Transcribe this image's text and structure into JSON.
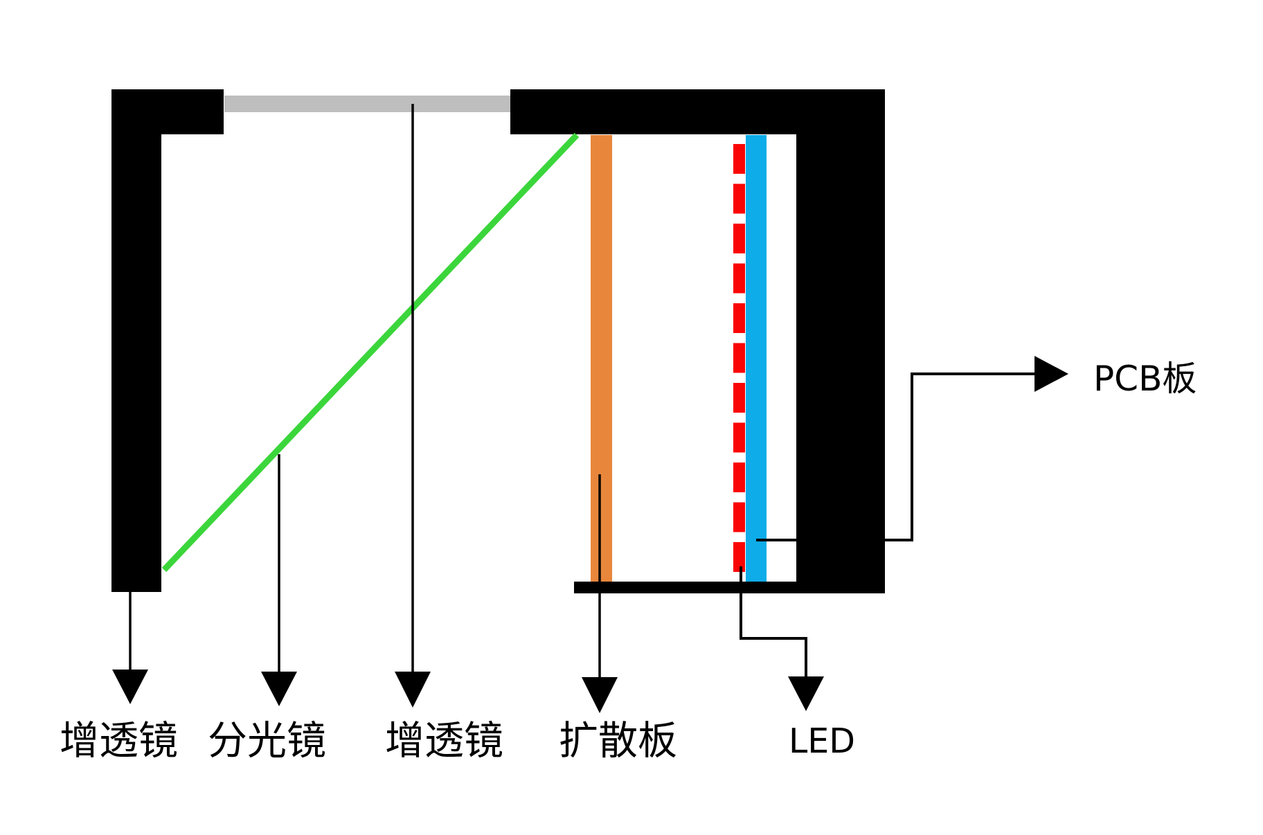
{
  "diagram": {
    "type": "optical-schematic",
    "labels": {
      "ar_lens_left": "增透镜",
      "beam_splitter": "分光镜",
      "ar_lens_inner": "增透镜",
      "diffuser": "扩散板",
      "led": "LED",
      "pcb": "PCB板"
    },
    "colors": {
      "background": "#FFFFFF",
      "housing": "#000000",
      "pointer": "#000000",
      "ar-coating-strip": "#BEBEBE",
      "beam-splitter-line": "#3BD63B",
      "diffuser-bar": "#E8873C",
      "led-dashes": "#FA0505",
      "pcb-bar": "#0EACE8"
    }
  }
}
